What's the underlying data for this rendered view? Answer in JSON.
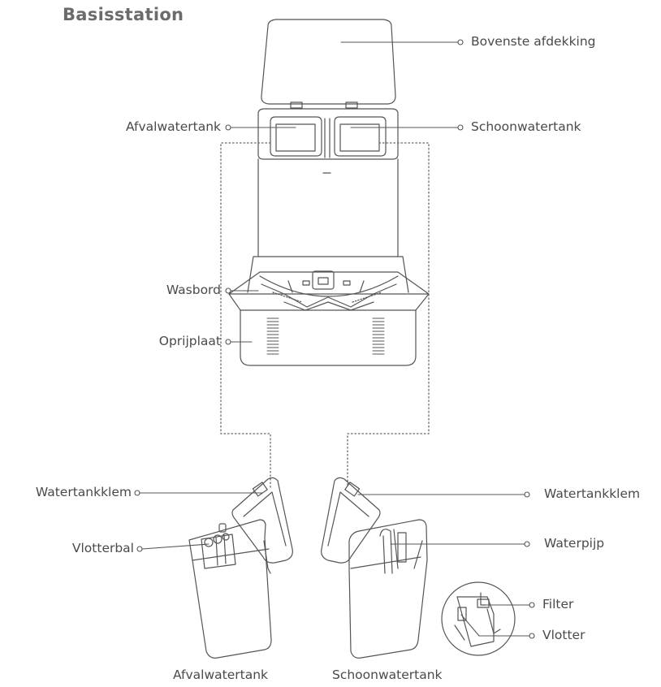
{
  "title": "Basisstation",
  "labels": {
    "top_cover": "Bovenste afdekking",
    "waste_tank_top": "Afvalwatertank",
    "clean_tank_top": "Schoonwatertank",
    "wash_board": "Wasbord",
    "ramp": "Oprijplaat",
    "clip_left": "Watertankklem",
    "clip_right": "Watertankklem",
    "float_ball": "Vlotterbal",
    "water_pipe": "Waterpijp",
    "filter": "Filter",
    "float": "Vlotter"
  },
  "captions": {
    "waste_tank": "Afvalwatertank",
    "clean_tank": "Schoonwatertank"
  },
  "colors": {
    "line": "#555555",
    "text": "#4a4a4a",
    "title": "#6b6b6b"
  }
}
